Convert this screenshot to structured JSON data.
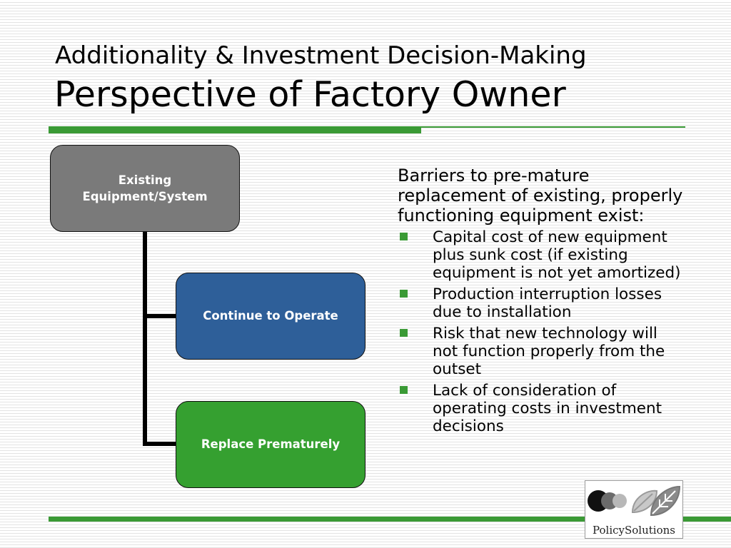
{
  "slide": {
    "subtitle": "Additionality & Investment Decision-Making",
    "title": "Perspective of Factory Owner"
  },
  "diagram": {
    "existing": "Existing Equipment/System",
    "continue": "Continue to Operate",
    "replace": "Replace Prematurely"
  },
  "barriers": {
    "intro": "Barriers to pre-mature replacement of existing, properly functioning equipment exist:",
    "items": [
      "Capital cost of new equipment plus sunk cost (if existing equipment is not yet amortized)",
      "Production interruption losses due to installation",
      "Risk that new technology will not function properly from the outset",
      "Lack of consideration of operating costs in investment decisions"
    ]
  },
  "logo": {
    "text": "PolicySolutions"
  },
  "colors": {
    "accent_green": "#3a9a35",
    "box_gray": "#7a7a7a",
    "box_blue": "#2e5f99",
    "box_green": "#35a030"
  }
}
